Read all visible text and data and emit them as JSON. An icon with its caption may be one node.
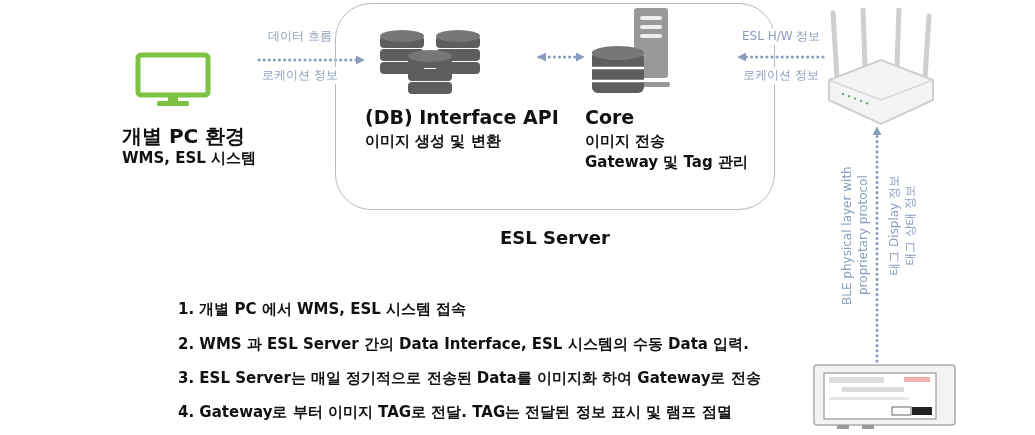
{
  "diagram": {
    "nodes": [
      {
        "text": [
          "개별 PC 환경",
          "WMS, ESL 시스템"
        ]
      },
      {
        "text": [
          "ESL Server"
        ]
      },
      {
        "text": [
          "(DB) Interface API",
          "이미지 생성 및 변환"
        ],
        "in": 1
      },
      {
        "text": [
          "Core",
          "이미지 전송",
          "Gateway 및 Tag 관리"
        ],
        "in": 1
      },
      {
        "text": [],
        "shape": "picture"
      },
      {
        "text": [],
        "shape": "picture"
      }
    ],
    "edges": [
      {
        "from": 0,
        "to": 2,
        "arrow": "to",
        "label": "데이터 흐름",
        "style": "dashed"
      },
      {
        "from": 2,
        "to": 3,
        "arrow": "both",
        "style": "dashed"
      },
      {
        "from": 4,
        "to": 3,
        "arrow": "to",
        "label": "ESL H/W 정보",
        "style": "dashed"
      },
      {
        "from": 5,
        "to": 4,
        "arrow": "to",
        "label": "BLE physical layer with proprietary protocol",
        "style": "dashed"
      }
    ],
    "labels": [
      "로케이션 정보",
      "로케이션 정보",
      "태그 Display 정보",
      "태그 상태 정보",
      "1. 개별 PC 에서 WMS, ESL 시스템 접속",
      "2. WMS 과 ESL Server 간의 Data Interface, ESL 시스템의 수동 Data 입력.",
      "3. ESL Server는 매일 정기적으로 전송된 Data를 이미지화 하여 Gateway로 전송",
      "4. Gateway로 부터 이미지 TAG로 전달.  TAG는 전달된 정보 표시 및 램프 점멸"
    ]
  }
}
